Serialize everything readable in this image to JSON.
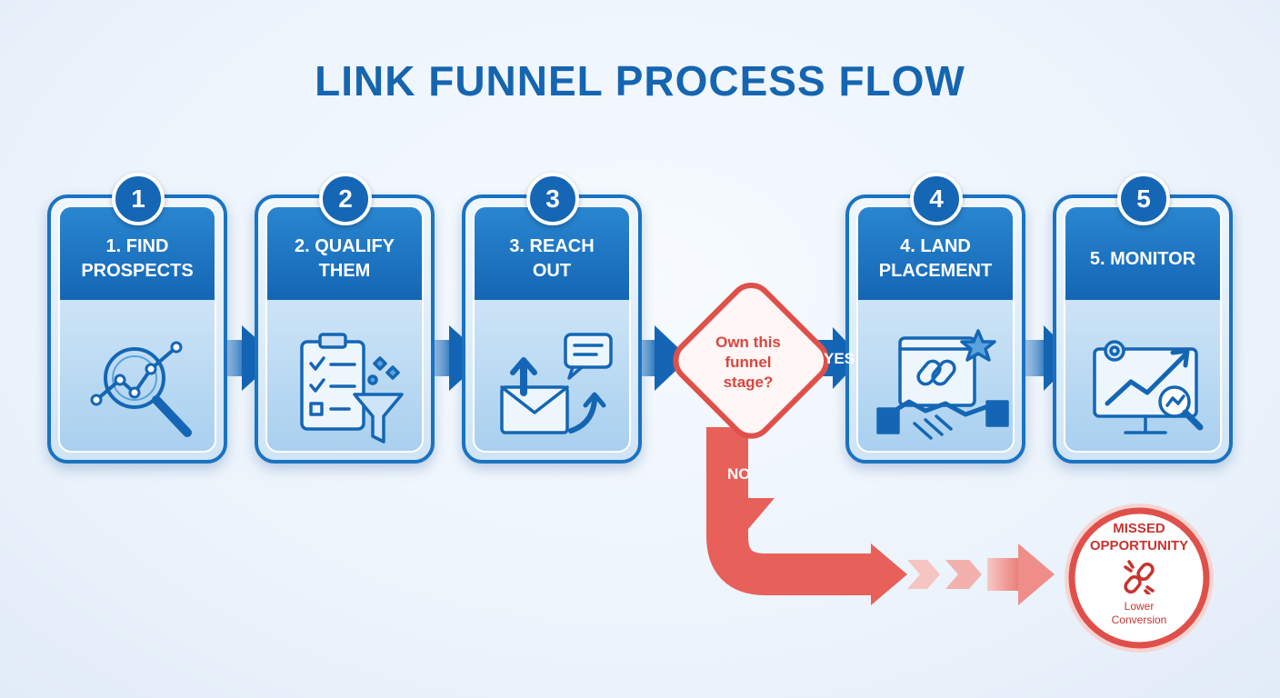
{
  "title": "LINK FUNNEL PROCESS FLOW",
  "steps": [
    {
      "number": "1",
      "label_line1": "1. FIND",
      "label_line2": "PROSPECTS",
      "icon": "magnifier-chart-icon"
    },
    {
      "number": "2",
      "label_line1": "2. QUALIFY",
      "label_line2": "THEM",
      "icon": "checklist-funnel-icon"
    },
    {
      "number": "3",
      "label_line1": "3. REACH",
      "label_line2": "OUT",
      "icon": "envelope-chat-icon"
    },
    {
      "number": "4",
      "label_line1": "4. LAND",
      "label_line2": "PLACEMENT",
      "icon": "link-handshake-icon"
    },
    {
      "number": "5",
      "label_line1": "5. MONITOR",
      "label_line2": "",
      "icon": "monitor-growth-icon"
    }
  ],
  "decision": {
    "line1": "Own this",
    "line2": "funnel",
    "line3": "stage?",
    "yes_label": "YES",
    "no_label": "NO"
  },
  "missed": {
    "line1": "MISSED",
    "line2": "OPPORTUNITY",
    "sub1": "Lower",
    "sub2": "Conversion",
    "icon": "broken-link-icon"
  },
  "colors": {
    "primary": "#1466b5",
    "accent_red": "#e0504a",
    "background": "#eef4fb"
  }
}
